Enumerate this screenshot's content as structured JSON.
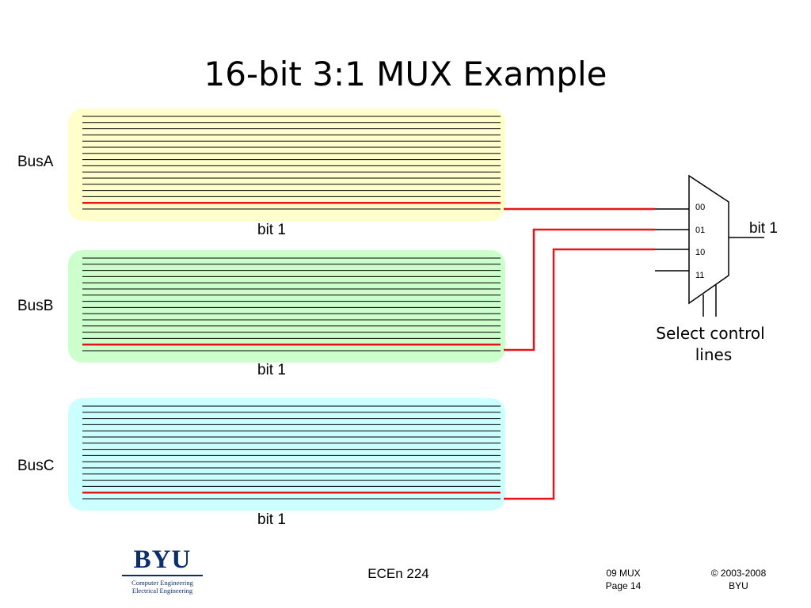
{
  "slide": {
    "title": "16-bit 3:1 MUX Example"
  },
  "buses": [
    {
      "label": "BusA",
      "bit_label": "bit 1",
      "color": "#ffffcc"
    },
    {
      "label": "BusB",
      "bit_label": "bit 1",
      "color": "#ccffcc"
    },
    {
      "label": "BusC",
      "bit_label": "bit 1",
      "color": "#ccffff"
    }
  ],
  "bus_width": 16,
  "highlight_color": "#e8141b",
  "mux": {
    "inputs": [
      "00",
      "01",
      "10",
      "11"
    ],
    "output_label": "bit 1",
    "select_caption_line1": "Select control",
    "select_caption_line2": "lines"
  },
  "footer": {
    "logo_word": "BYU",
    "logo_line1": "Computer Engineering",
    "logo_line2": "Electrical Engineering",
    "course": "ECEn 224",
    "chapter": "09 MUX",
    "page": "Page 14",
    "copyright": "© 2003-2008",
    "org": "BYU"
  }
}
